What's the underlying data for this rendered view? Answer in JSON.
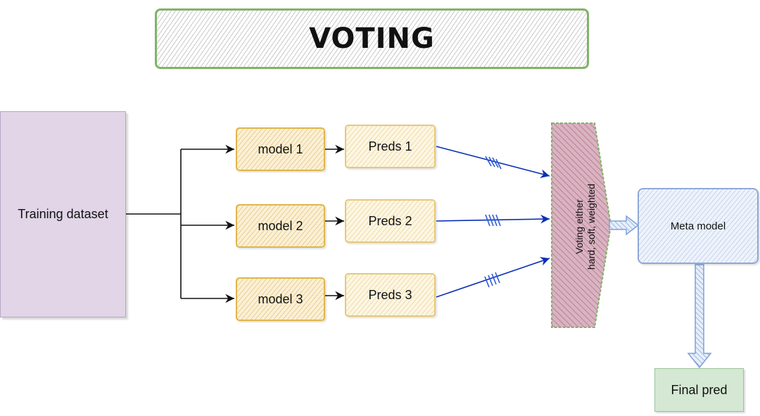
{
  "title": "VOTING",
  "training_dataset": "Training dataset",
  "models": [
    "model 1",
    "model 2",
    "model 3"
  ],
  "preds": [
    "Preds 1",
    "Preds 2",
    "Preds 3"
  ],
  "voting": {
    "line1": "Voting either",
    "line2": "hard, soft, weighted"
  },
  "meta_model": "Meta model",
  "final_pred": "Final pred",
  "colors": {
    "title_border": "#82b366",
    "training_fill": "#e1d5e7",
    "model_border": "#e0b64b",
    "voting_fill": "#c9a0b0",
    "voting_border": "#82b366",
    "meta_border": "#8fa9d6",
    "final_fill": "#d5e8d4",
    "blue_arrow": "#0b2fb5"
  }
}
